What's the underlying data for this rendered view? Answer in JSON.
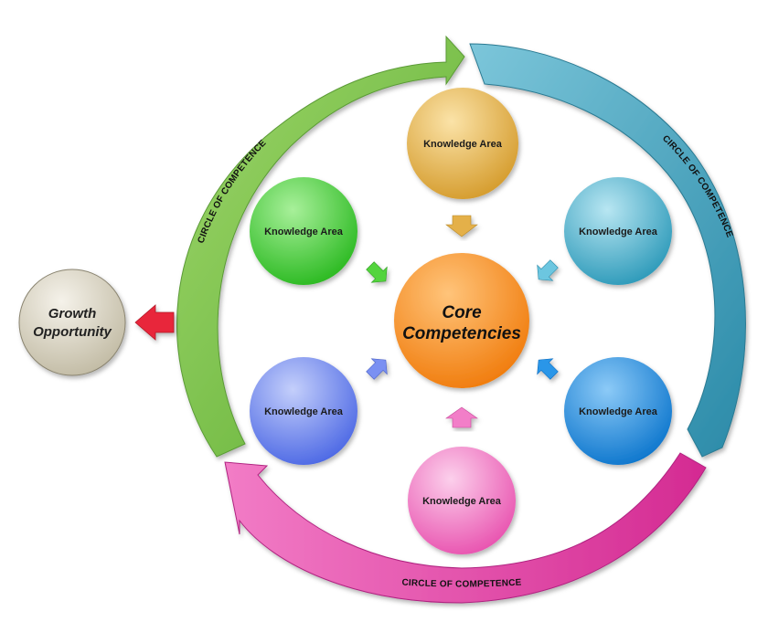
{
  "diagram": {
    "center": {
      "line1": "Core",
      "line2": "Competencies"
    },
    "growth": {
      "line1": "Growth",
      "line2": "Opportunity"
    },
    "knowledge_areas": [
      {
        "label": "Knowledge Area",
        "color": "#e4b04a"
      },
      {
        "label": "Knowledge Area",
        "color": "#4cb8d4"
      },
      {
        "label": "Knowledge Area",
        "color": "#1e8be0"
      },
      {
        "label": "Knowledge Area",
        "color": "#f37ac4"
      },
      {
        "label": "Knowledge Area",
        "color": "#6a86f0"
      },
      {
        "label": "Knowledge Area",
        "color": "#52d43c"
      }
    ],
    "ring_arcs": [
      {
        "label": "CIRCLE OF COMPETENCE",
        "color": "#7ec34e"
      },
      {
        "label": "CIRCLE OF COMPETENCE",
        "color": "#4aa8c0"
      },
      {
        "label": "CIRCLE OF COMPETENCE",
        "color": "#e64aa8"
      }
    ],
    "colors": {
      "core": "#f7891f",
      "growth": "#d8d3c2",
      "growth_arrow": "#e8283a"
    }
  }
}
